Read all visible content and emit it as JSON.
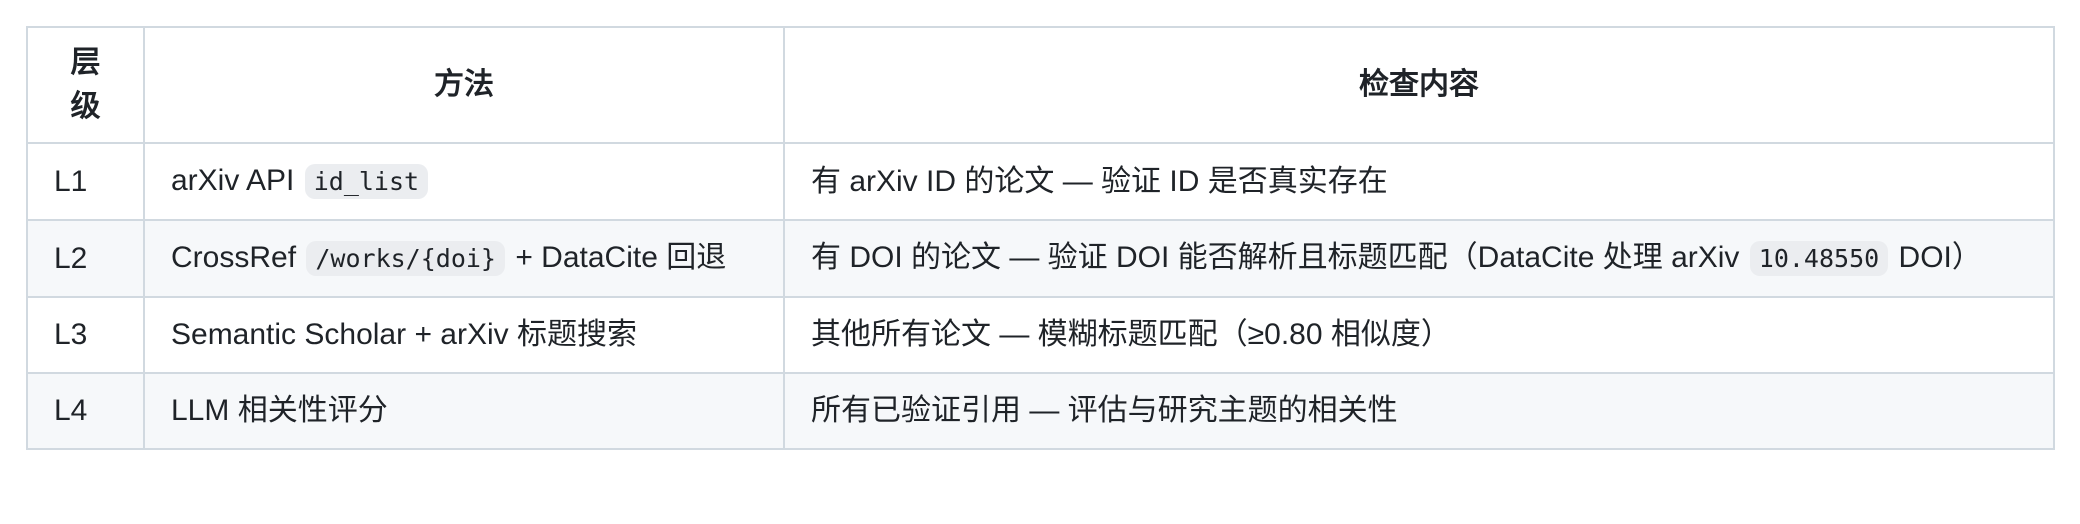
{
  "table": {
    "headers": {
      "level_line1": "层",
      "level_line2": "级",
      "method": "方法",
      "check": "检查内容"
    },
    "rows": [
      {
        "level": "L1",
        "method": {
          "text_before": "arXiv API ",
          "code": "id_list",
          "text_after": ""
        },
        "check": {
          "text_before": "有 arXiv ID 的论文 — 验证 ID 是否真实存在",
          "code": "",
          "text_after": ""
        }
      },
      {
        "level": "L2",
        "method": {
          "text_before": "CrossRef ",
          "code": "/works/{doi}",
          "text_after": " + DataCite 回退"
        },
        "check": {
          "text_before": "有 DOI 的论文 — 验证 DOI 能否解析且标题匹配（DataCite 处理 arXiv ",
          "code": "10.48550",
          "text_after": " DOI）"
        }
      },
      {
        "level": "L3",
        "method": {
          "text_before": "Semantic Scholar + arXiv 标题搜索",
          "code": "",
          "text_after": ""
        },
        "check": {
          "text_before": "其他所有论文 — 模糊标题匹配（≥0.80 相似度）",
          "code": "",
          "text_after": ""
        }
      },
      {
        "level": "L4",
        "method": {
          "text_before": "LLM 相关性评分",
          "code": "",
          "text_after": ""
        },
        "check": {
          "text_before": "所有已验证引用 — 评估与研究主题的相关性",
          "code": "",
          "text_after": ""
        }
      }
    ]
  },
  "colors": {
    "border": "#d1d9e0",
    "row_alt_bg": "#f6f8fa",
    "code_bg": "#ebedf0",
    "text": "#1f2328"
  }
}
